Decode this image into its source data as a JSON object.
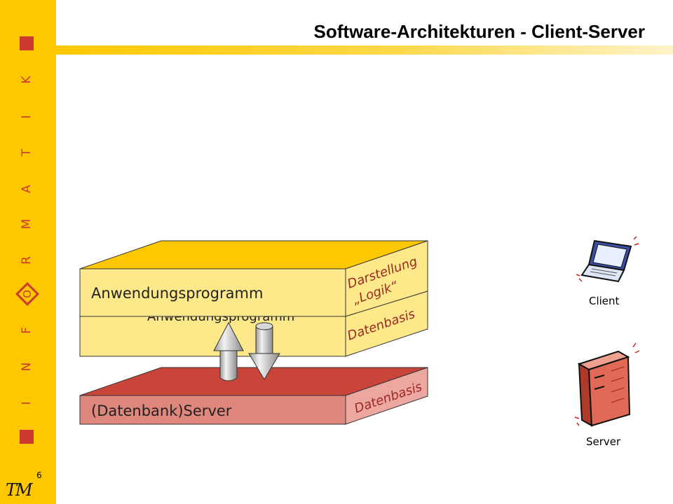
{
  "title": "Software-Architekturen - Client-Server",
  "page_number": "6",
  "sidebar": {
    "letters": [
      "K",
      "I",
      "T",
      "A",
      "M",
      "R",
      "O",
      "F",
      "N",
      "I"
    ],
    "logo_text": "TM"
  },
  "diagram": {
    "client_box": {
      "back_label": "Anwendungsprogramm",
      "front_label": "Anwendungsprogramm",
      "side_top_lines": [
        "Darstellung",
        "„Logik“"
      ],
      "side_bottom": "Datenbasis"
    },
    "server_box": {
      "front_label": "(Datenbank)Server",
      "side_label": "Datenbasis"
    }
  },
  "icons": {
    "client_label": "Client",
    "server_label": "Server"
  },
  "colors": {
    "yellow": "#fdc800",
    "light_yellow": "#fde98a",
    "red": "#c9453a",
    "salmon": "#df877c",
    "pink": "#eca7a0"
  }
}
